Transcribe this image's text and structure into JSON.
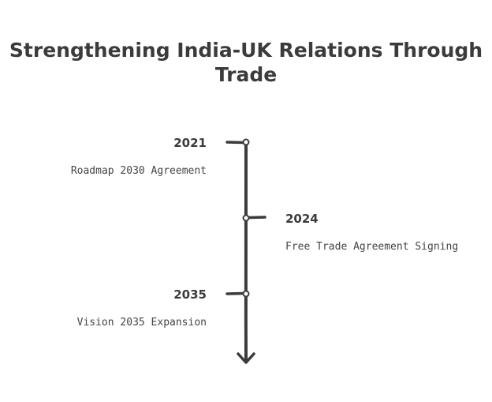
{
  "title": {
    "line1": "Strengthening India-UK Relations Through",
    "line2": "Trade"
  },
  "colors": {
    "ink": "#3b3b3b",
    "background": "#ffffff"
  },
  "events": [
    {
      "year": "2021",
      "description": "Roadmap 2030 Agreement",
      "side": "left"
    },
    {
      "year": "2024",
      "description": "Free Trade Agreement Signing",
      "side": "right"
    },
    {
      "year": "2035",
      "description": "Vision 2035 Expansion",
      "side": "left"
    }
  ]
}
